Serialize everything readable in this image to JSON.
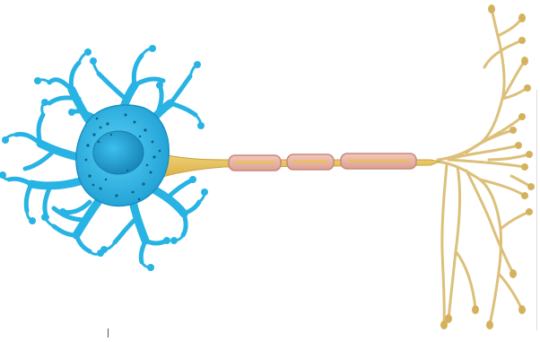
{
  "figure": {
    "subject": "neuron",
    "parts": [
      "cell-body",
      "nucleus",
      "dendrites",
      "axon",
      "myelin-sheath",
      "axon-terminals"
    ]
  },
  "colors": {
    "soma_fill": "#27b3e3",
    "soma_stroke": "#1a8fc0",
    "nucleus": "#1e9fd0",
    "speckle": "#0c5f85",
    "axon": "#e9c15a",
    "axon_edge": "#c9a040",
    "myelin_fill": "#e8b3a6",
    "myelin_stroke": "#c8887a",
    "terminal": "#dcc07a",
    "terminal_knob": "#d4b25c",
    "background": "#ffffff"
  },
  "icons": [
    "neuron-illustration"
  ]
}
